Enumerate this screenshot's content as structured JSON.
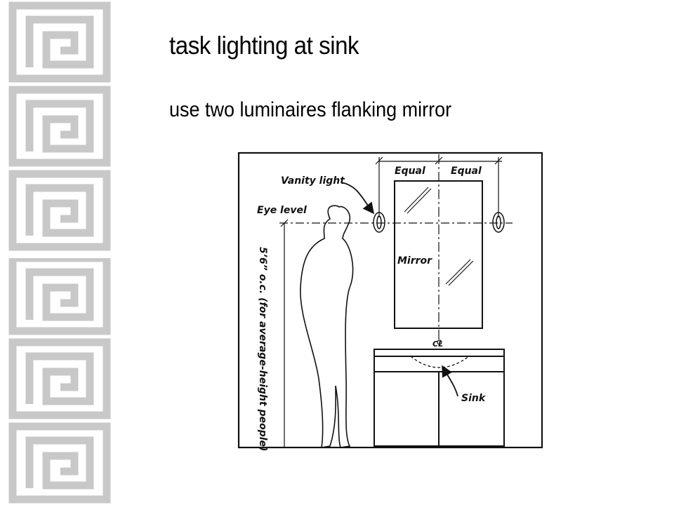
{
  "slide": {
    "title": "task lighting at sink",
    "subtitle": "use two luminaires flanking mirror"
  },
  "diagram": {
    "labels": {
      "equal_left": "Equal",
      "equal_right": "Equal",
      "vanity_light": "Vanity light",
      "eye_level": "Eye level",
      "mirror": "Mirror",
      "centerline": "CL",
      "sink": "Sink",
      "height_note": "5’6” o.c. (for average-height people)"
    }
  },
  "colors": {
    "border_pattern": "#c8c8c8",
    "line": "#111111",
    "background": "#ffffff"
  }
}
